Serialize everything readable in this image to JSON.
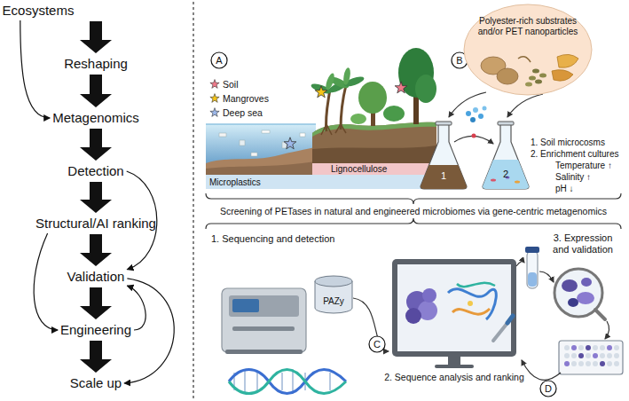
{
  "diagram": {
    "nodes": [
      {
        "text": [
          "Ecosystems"
        ]
      },
      {
        "text": [
          "Reshaping"
        ]
      },
      {
        "text": [
          "Metagenomics"
        ]
      },
      {
        "text": [
          "Detection"
        ]
      },
      {
        "text": [
          "Structural/AI ranking"
        ]
      },
      {
        "text": [
          "Validation"
        ]
      },
      {
        "text": [
          "Engineering"
        ]
      },
      {
        "text": [
          "Scale up"
        ]
      },
      {
        "text": [
          "A"
        ]
      },
      {
        "text": [
          "B"
        ]
      },
      {
        "text": [
          "Polyester-rich substrates and/or PET nanoparticles"
        ]
      },
      {
        "text": [
          "PAZy"
        ]
      },
      {
        "text": [
          "C"
        ]
      },
      {
        "text": [
          "D"
        ]
      }
    ],
    "edges": [
      {
        "from": 0,
        "to": 1,
        "arrow": "to"
      },
      {
        "from": 1,
        "to": 2,
        "arrow": "to"
      },
      {
        "from": 2,
        "to": 3,
        "arrow": "to"
      },
      {
        "from": 3,
        "to": 4,
        "arrow": "to"
      },
      {
        "from": 4,
        "to": 5,
        "arrow": "to"
      },
      {
        "from": 5,
        "to": 6,
        "arrow": "to"
      },
      {
        "from": 6,
        "to": 7,
        "arrow": "to"
      },
      {
        "from": 0,
        "to": 2,
        "arrow": "to"
      },
      {
        "from": 3,
        "to": 5,
        "arrow": "to"
      },
      {
        "from": 4,
        "to": 6,
        "arrow": "to"
      },
      {
        "from": 6,
        "to": 5,
        "arrow": "to"
      },
      {
        "from": 5,
        "to": 7,
        "arrow": "to"
      }
    ],
    "labels": [
      "Microplastics",
      "Lignocellulose",
      "1",
      "2",
      "1. Soil microcosms",
      "2. Enrichment cultures",
      "Temperature ↑",
      "Salinity ↑",
      "pH ↓",
      "Screening of PETases in natural and engineered microbiomes via gene-centric metagenomics",
      "1. Sequencing and detection",
      "2. Sequence analysis and ranking",
      "3. Expression and validation"
    ],
    "legend": [
      {
        "text": "Soil"
      },
      {
        "text": "Mangroves"
      },
      {
        "text": "Deep sea"
      }
    ]
  }
}
